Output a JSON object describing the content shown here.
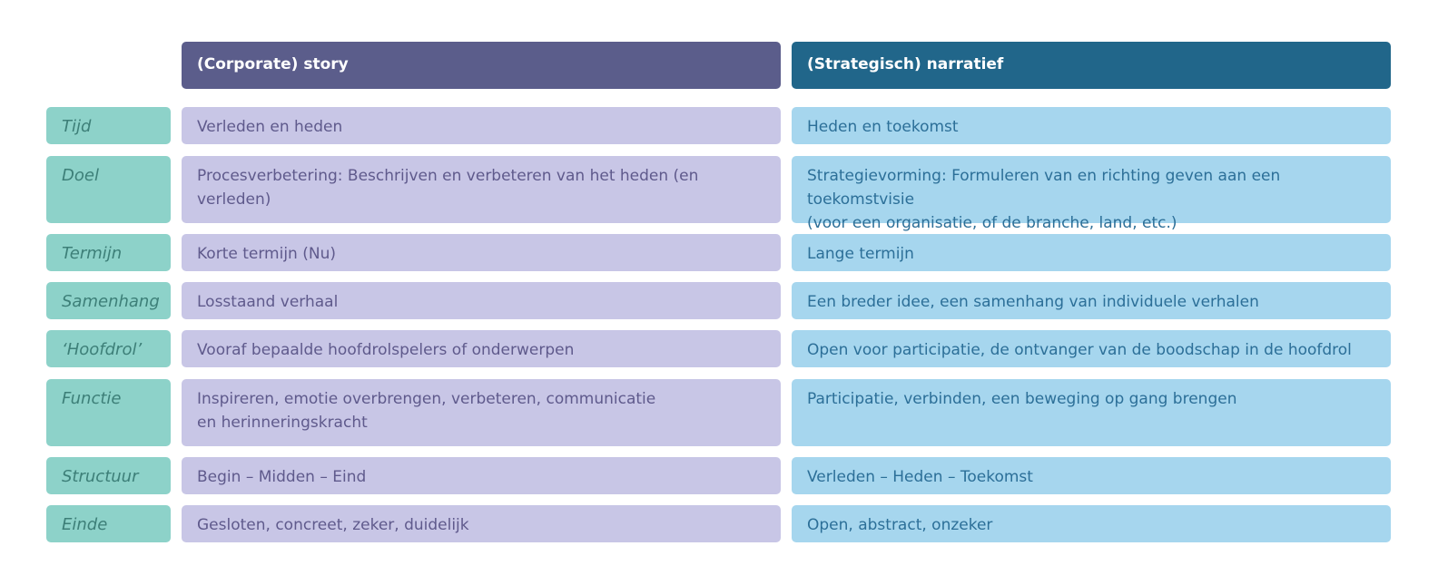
{
  "headers": {
    "story": "(Corporate) story",
    "narrative": "(Strategisch) narratief"
  },
  "rows": [
    {
      "label": "Tijd",
      "story": "Verleden en heden",
      "narrative": "Heden en toekomst"
    },
    {
      "label": "Doel",
      "story": "Procesverbetering: Beschrijven en verbeteren van het heden (en verleden)",
      "narrative": "Strategievorming: Formuleren van en richting geven aan een toekomstvisie\n(voor een organisatie, of de branche, land, etc.)"
    },
    {
      "label": "Termijn",
      "story": "Korte termijn (Nu)",
      "narrative": "Lange termijn"
    },
    {
      "label": "Samenhang",
      "story": "Losstaand verhaal",
      "narrative": "Een breder idee, een samenhang van individuele verhalen"
    },
    {
      "label": "‘Hoofdrol’",
      "story": "Vooraf bepaalde hoofdrolspelers of onderwerpen",
      "narrative": "Open voor participatie, de ontvanger van de boodschap in de hoofdrol"
    },
    {
      "label": "Functie",
      "story": "Inspireren, emotie overbrengen, verbeteren, communicatie\nen herinneringskracht",
      "narrative": "Participatie, verbinden, een beweging op gang brengen"
    },
    {
      "label": "Structuur",
      "story": "Begin – Midden – Eind",
      "narrative": "Verleden – Heden – Toekomst"
    },
    {
      "label": "Einde",
      "story": "Gesloten, concreet, zeker, duidelijk",
      "narrative": "Open, abstract, onzeker"
    }
  ]
}
